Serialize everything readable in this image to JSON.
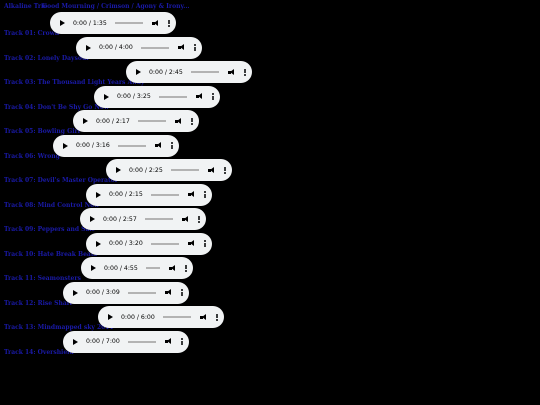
{
  "header": {
    "line1": "Alkaline Trio",
    "line2": "Good Mourning / Crimson / Agony & Irony..."
  },
  "tracks": [
    {
      "label": "Track 01: Crown",
      "time": "0:00 / 1:35"
    },
    {
      "label": "Track 02: Lonely Daysoul",
      "time": "0:00 / 4:00"
    },
    {
      "label": "Track 03: The Thousand Light Years Away",
      "time": "0:00 / 2:45"
    },
    {
      "label": "Track 04: Don't Be Shy Go Now",
      "time": "0:00 / 3:25"
    },
    {
      "label": "Track 05: Bowling Girl",
      "time": "0:00 / 2:17"
    },
    {
      "label": "Track 06: Wrong",
      "time": "0:00 / 3:16"
    },
    {
      "label": "Track 07: Devil's Master Operator",
      "time": "0:00 / 2:25"
    },
    {
      "label": "Track 08: Mind Control Now",
      "time": "0:00 / 2:15"
    },
    {
      "label": "Track 09: Peppers and Salt",
      "time": "0:00 / 2:57"
    },
    {
      "label": "Track 10: Hate Break Beats",
      "time": "0:00 / 3:20"
    },
    {
      "label": "Track 11: Seamonsters",
      "time": "0:00 / 4:55"
    },
    {
      "label": "Track 12: Rise Shaft",
      "time": "0:00 / 3:09"
    },
    {
      "label": "Track 13: Mindmapped sky 2011",
      "time": "0:00 / 6:00"
    },
    {
      "label": "Track 14: Overshield",
      "time": "0:00 / 7:00"
    }
  ]
}
